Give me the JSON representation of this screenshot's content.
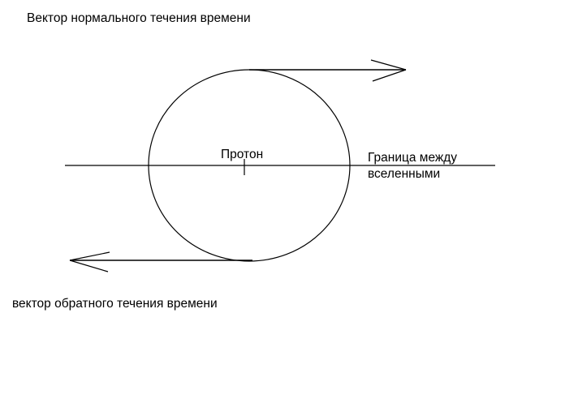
{
  "labels": {
    "forward_vector": "Вектор нормального течения времени",
    "proton": "Протон",
    "boundary_line1": "Граница между",
    "boundary_line2": "вселенными",
    "reverse_vector": "вектор обратного течения времени"
  },
  "colors": {
    "background": "#ffffff",
    "stroke": "#000000"
  }
}
